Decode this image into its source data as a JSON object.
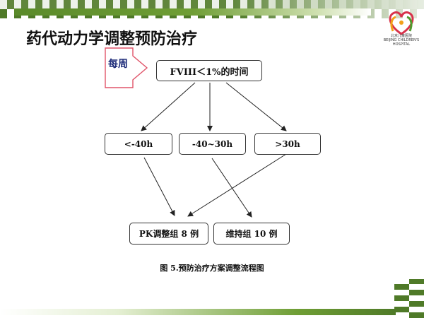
{
  "slide": {
    "title": "药代动力学调整预防治疗",
    "caption": "图 5.预防治疗方案调整流程图"
  },
  "logo": {
    "text_line1": "北京儿童医院",
    "text_line2": "BEIJING CHILDREN'S HOSPITAL"
  },
  "diagram": {
    "callout_label": "每周",
    "main_node": "FVIII＜1%的时间",
    "branches": [
      "<-40h",
      "-40~30h",
      ">30h"
    ],
    "outcomes": [
      "PK调整组 8 例",
      "维持组 10 例"
    ]
  },
  "colors": {
    "accent_green": "#4f7a28",
    "callout_border": "#e0556a",
    "callout_text": "#1f2d7a"
  }
}
